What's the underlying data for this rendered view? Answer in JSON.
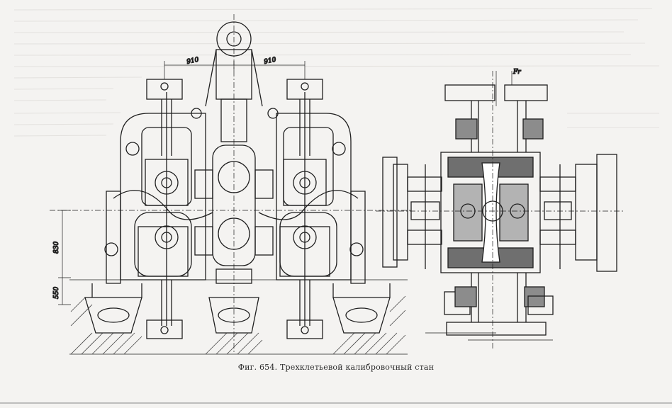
{
  "figure": {
    "caption": "Фиг. 654. Трехклетьевой калибровочный стан",
    "dimensions": {
      "d1": "910",
      "d2": "910",
      "d3": "830",
      "d4": "550",
      "d5": "Fr"
    }
  },
  "colors": {
    "ink": "#1f1f1f",
    "paper": "#f4f3f1"
  }
}
